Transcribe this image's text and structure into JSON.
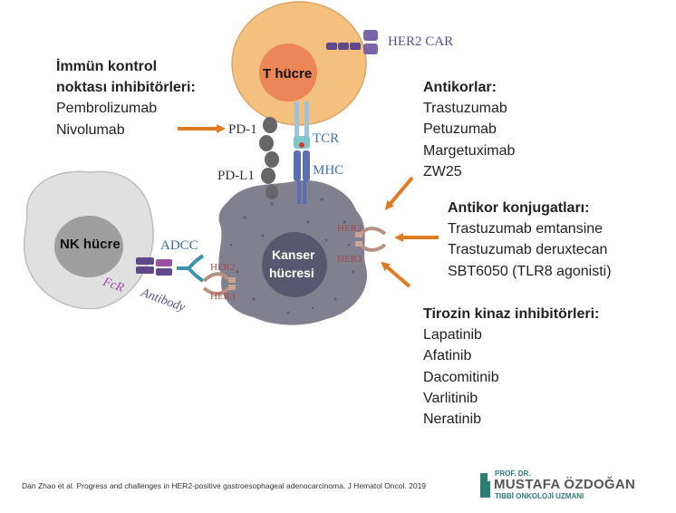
{
  "colors": {
    "tcell_outer": "#f4c07e",
    "tcell_nucleus": "#ec8656",
    "nk_cell": "#e0e0e0",
    "nk_nucleus": "#9e9e9e",
    "cancer_cell": "#80808f",
    "cancer_nucleus": "#575770",
    "arrow": "#e07a22",
    "receptor_purple": "#5e4a8a",
    "her_brown": "#b89182",
    "logo_green": "#2a7e72",
    "logo_gray": "#555555"
  },
  "cells": {
    "t_cell": "T hücre",
    "nk_cell": "NK hücre",
    "cancer_cell": [
      "Kanser",
      "hücresi"
    ]
  },
  "diagram_labels": {
    "her2_car": "HER2 CAR",
    "pd1": "PD-1",
    "pdl1": "PD-L1",
    "tcr": "TCR",
    "mhc": "MHC",
    "adcc": "ADCC",
    "fcr": "FcR",
    "antibody": "Antibody",
    "her2_left": "HER2",
    "her3_left": "HER3",
    "her2_right": "HER2",
    "her3_right": "HER3"
  },
  "checkpoint": {
    "heading": [
      "İmmün kontrol",
      "noktası inhibitörleri:"
    ],
    "items": [
      "Pembrolizumab",
      "Nivolumab"
    ]
  },
  "antibodies": {
    "heading": "Antikorlar:",
    "items": [
      "Trastuzumab",
      "Petuzumab",
      "Margetuximab",
      "ZW25"
    ]
  },
  "conjugates": {
    "heading": "Antikor konjugatları:",
    "items": [
      "Trastuzumab emtansine",
      "Trastuzumab deruxtecan",
      "SBT6050 (TLR8 agonisti)"
    ]
  },
  "tki": {
    "heading": "Tirozin kinaz inhibitörleri:",
    "items": [
      "Lapatinib",
      "Afatinib",
      "Dacomitinib",
      "Varlitinib",
      "Neratinib"
    ]
  },
  "citation": "Dan Zhao et al. Progress and challenges in HER2-positive gastroesophageal adenocarcinoma. J Hematol Oncol. 2019",
  "logo": {
    "title": "PROF. DR.",
    "name": "MUSTAFA ÖZDOĞAN",
    "subtitle": "TIBBİ ONKOLOJİ UZMANI"
  }
}
